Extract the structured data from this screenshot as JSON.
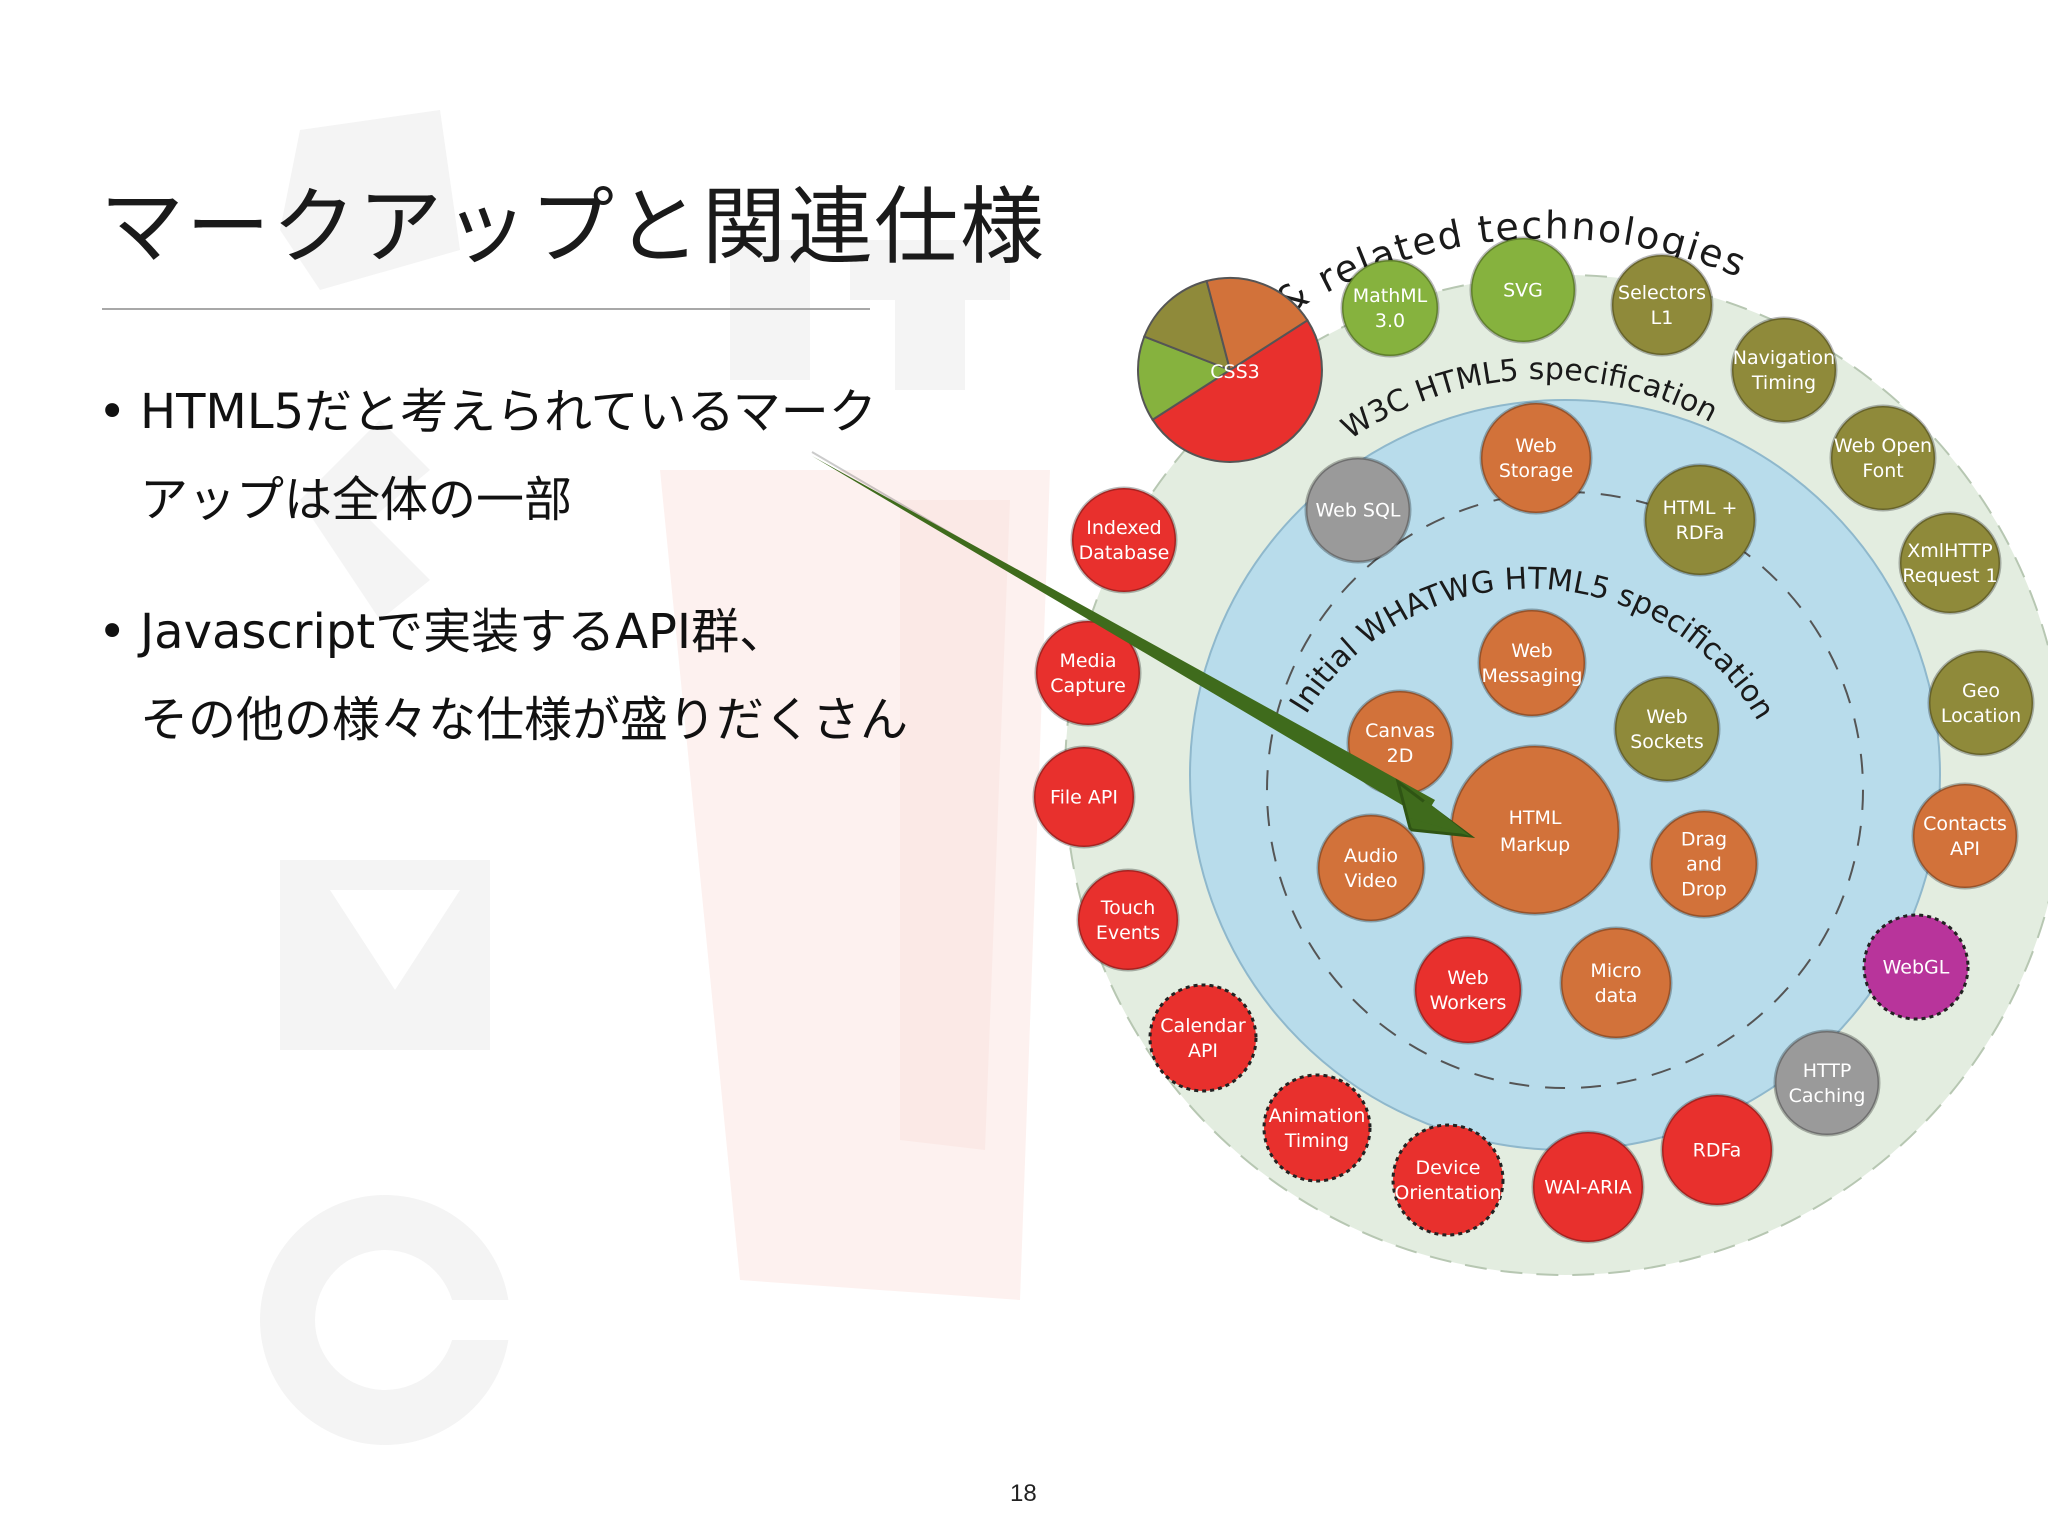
{
  "slide": {
    "title": "マークアップと関連仕様",
    "page_number": "18",
    "bullets": [
      {
        "lines": [
          "HTML5だと考えられているマーク",
          "アップは全体の一部"
        ]
      },
      {
        "lines": [
          "Javascriptで実装するAPI群、",
          "その他の様々な仕様が盛りだくさん"
        ]
      }
    ]
  },
  "diagram": {
    "ring_labels": {
      "outer": "HTML5 & related technologies",
      "middle": "W3C HTML5 specification",
      "inner": "Initial WHATWG HTML5 specification"
    },
    "colors": {
      "red": "#e8302d",
      "orange": "#d2723a",
      "olive": "#8f8a3a",
      "green": "#86b23e",
      "gray": "#9a9a9a",
      "magenta": "#b8349b",
      "outer_ring": "#e3ede0",
      "blue_area": "#b8dceb",
      "arrow": "#3f6b1c"
    },
    "pie": {
      "label": "CSS3",
      "slices": [
        {
          "color": "red",
          "value": 0.5
        },
        {
          "color": "green",
          "value": 0.15
        },
        {
          "color": "olive",
          "value": 0.15
        },
        {
          "color": "orange",
          "value": 0.2
        }
      ]
    },
    "nodes": [
      {
        "label": "MathML\n3.0",
        "color": "green"
      },
      {
        "label": "SVG",
        "color": "green"
      },
      {
        "label": "Selectors\nL1",
        "color": "olive"
      },
      {
        "label": "Navigation\nTiming",
        "color": "olive"
      },
      {
        "label": "Web Open\nFont",
        "color": "olive"
      },
      {
        "label": "XmlHTTP\nRequest 1",
        "color": "olive"
      },
      {
        "label": "Geo\nLocation",
        "color": "olive"
      },
      {
        "label": "Contacts\nAPI",
        "color": "orange"
      },
      {
        "label": "WebGL",
        "color": "magenta",
        "dashed": true
      },
      {
        "label": "HTTP\nCaching",
        "color": "gray"
      },
      {
        "label": "RDFa",
        "color": "red"
      },
      {
        "label": "WAI-ARIA",
        "color": "red"
      },
      {
        "label": "Device\nOrientation",
        "color": "red",
        "dashed": true
      },
      {
        "label": "Animation\nTiming",
        "color": "red",
        "dashed": true
      },
      {
        "label": "Calendar\nAPI",
        "color": "red",
        "dashed": true
      },
      {
        "label": "Touch\nEvents",
        "color": "red"
      },
      {
        "label": "File API",
        "color": "red"
      },
      {
        "label": "Media\nCapture",
        "color": "red"
      },
      {
        "label": "Indexed\nDatabase",
        "color": "red"
      },
      {
        "label": "Web SQL",
        "color": "gray"
      },
      {
        "label": "Web\nStorage",
        "color": "orange"
      },
      {
        "label": "HTML +\nRDFa",
        "color": "olive"
      },
      {
        "label": "Web\nMessaging",
        "color": "orange"
      },
      {
        "label": "Web\nSockets",
        "color": "olive"
      },
      {
        "label": "Canvas\n2D",
        "color": "orange"
      },
      {
        "label": "HTML\nMarkup",
        "color": "orange"
      },
      {
        "label": "Audio\nVideo",
        "color": "orange"
      },
      {
        "label": "Drag\nand\nDrop",
        "color": "orange"
      },
      {
        "label": "Web\nWorkers",
        "color": "red"
      },
      {
        "label": "Micro\ndata",
        "color": "orange"
      }
    ]
  }
}
